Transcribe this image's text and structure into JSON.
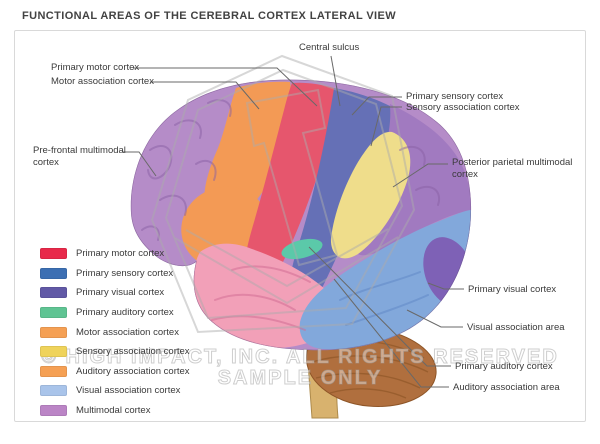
{
  "title": "FUNCTIONAL AREAS OF THE CEREBRAL CORTEX LATERAL VIEW",
  "watermark": {
    "line1": "© HIGH IMPACT, INC. ALL RIGHTS RESERVED",
    "line2": "SAMPLE ONLY"
  },
  "labels": {
    "central_sulcus": "Central sulcus",
    "primary_motor": "Primary motor cortex",
    "motor_association": "Motor association cortex",
    "prefrontal": "Pre-frontal multimodal cortex",
    "primary_sensory": "Primary sensory cortex",
    "sensory_association": "Sensory association cortex",
    "posterior_parietal": "Posterior parietal multimodal cortex",
    "primary_visual": "Primary visual cortex",
    "visual_association": "Visual association area",
    "primary_auditory": "Primary auditory cortex",
    "auditory_association": "Auditory association area"
  },
  "legend": {
    "items": [
      {
        "label": "Primary motor cortex",
        "color": "#E8294A"
      },
      {
        "label": "Primary sensory cortex",
        "color": "#3C6FB3"
      },
      {
        "label": "Primary visual cortex",
        "color": "#6159A6"
      },
      {
        "label": "Primary auditory cortex",
        "color": "#5FC493"
      },
      {
        "label": "Motor association cortex",
        "color": "#F5A054"
      },
      {
        "label": "Sensory association cortex",
        "color": "#EFD35B"
      },
      {
        "label": "Auditory association cortex",
        "color": "#F5A054"
      },
      {
        "label": "Visual association cortex",
        "color": "#A9C4EA"
      },
      {
        "label": "Multimodal cortex",
        "color": "#BB85C6"
      }
    ]
  },
  "colors": {
    "base_cortex": "#B58CC8",
    "parietal_multimodal": "#9B74BE",
    "motor_association": "#F39A55",
    "primary_motor": "#E6566D",
    "primary_sensory": "#6570B6",
    "sensory_association": "#EFDD8B",
    "auditory_association": "#F2A0B8",
    "primary_auditory": "#5BC9A9",
    "visual_association": "#82A8DB",
    "primary_visual": "#7E5BB3",
    "cerebellum": "#B06F3E",
    "brainstem": "#D8B26E"
  }
}
